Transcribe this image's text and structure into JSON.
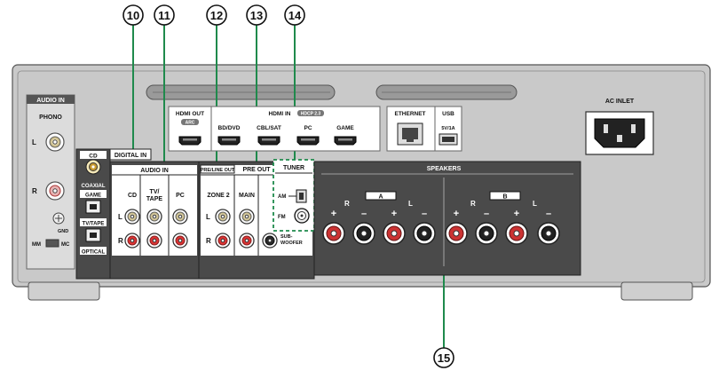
{
  "callouts": {
    "c10": "⑩",
    "c11": "⑪",
    "c12": "⑫",
    "c13": "⑬",
    "c14": "⑭",
    "c15": "⑮"
  },
  "audio_in_left": {
    "title": "AUDIO IN",
    "phono": "PHONO",
    "l": "L",
    "r": "R",
    "gnd": "GND",
    "mm": "MM",
    "mc": "MC"
  },
  "digital_in": {
    "title": "DIGITAL IN",
    "cd": "CD",
    "coaxial": "COAXIAL",
    "game": "GAME",
    "tv_tape": "TV/TAPE",
    "optical": "OPTICAL"
  },
  "audio_in": {
    "title": "AUDIO IN",
    "cd": "CD",
    "tv": "TV/",
    "tape": "TAPE",
    "pc": "PC",
    "l": "L",
    "r": "R"
  },
  "pre_line_out": {
    "title": "PRE/LINE OUT",
    "zone2": "ZONE 2",
    "l": "L",
    "r": "R"
  },
  "pre_out": {
    "title": "PRE OUT",
    "main": "MAIN",
    "sub1": "SUB-",
    "sub2": "WOOFER"
  },
  "tuner": {
    "title": "TUNER",
    "am": "AM",
    "fm": "FM"
  },
  "hdmi": {
    "out": "HDMI OUT",
    "in": "HDMI IN",
    "arc": "ARC",
    "hdcp": "HDCP 2.3",
    "bd_dvd": "BD/DVD",
    "cbl_sat": "CBL/SAT",
    "pc": "PC",
    "game": "GAME"
  },
  "network": {
    "ethernet": "ETHERNET",
    "usb": "USB",
    "usb_rating": "5V/1A"
  },
  "ac_inlet": "AC INLET",
  "speakers": {
    "title": "SPEAKERS",
    "a": "A",
    "b": "B",
    "r": "R",
    "l": "L",
    "plus": "+",
    "minus": "–"
  }
}
